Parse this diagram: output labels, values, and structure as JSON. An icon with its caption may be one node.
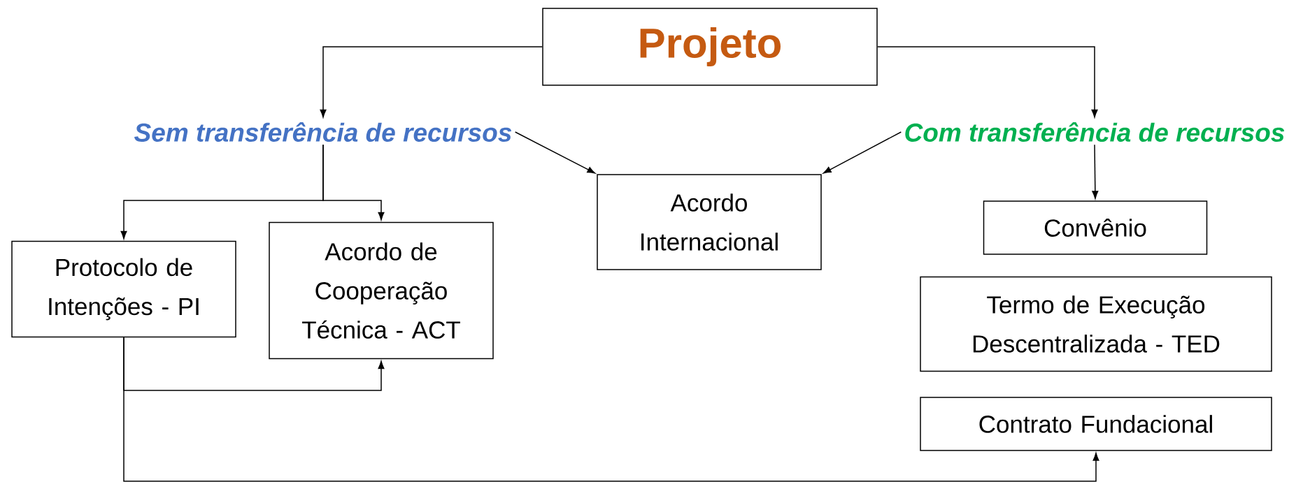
{
  "diagram": {
    "nodes": [
      {
        "text": [
          "Projeto"
        ]
      },
      {
        "text": [
          "Sem transferência de recursos"
        ]
      },
      {
        "text": [
          "Com transferência de recursos"
        ]
      },
      {
        "text": [
          "Protocolo de Intenções - PI"
        ]
      },
      {
        "text": [
          "Acordo de Cooperação Técnica - ACT"
        ]
      },
      {
        "text": [
          "Acordo Internacional"
        ]
      },
      {
        "text": [
          "Convênio"
        ]
      },
      {
        "text": [
          "Termo de Execução Descentralizada - TED"
        ]
      },
      {
        "text": [
          "Contrato Fundacional"
        ]
      }
    ],
    "edges": [
      {
        "from": 0,
        "to": 1,
        "arrow": "to"
      },
      {
        "from": 0,
        "to": 2,
        "arrow": "to"
      },
      {
        "from": 1,
        "to": 3,
        "arrow": "to"
      },
      {
        "from": 1,
        "to": 4,
        "arrow": "to"
      },
      {
        "from": 1,
        "to": 5,
        "arrow": "to"
      },
      {
        "from": 2,
        "to": 5,
        "arrow": "to"
      },
      {
        "from": 2,
        "to": 6,
        "arrow": "to"
      },
      {
        "from": 3,
        "to": 4,
        "arrow": "to"
      },
      {
        "from": 3,
        "to": 8,
        "arrow": "to"
      }
    ]
  }
}
